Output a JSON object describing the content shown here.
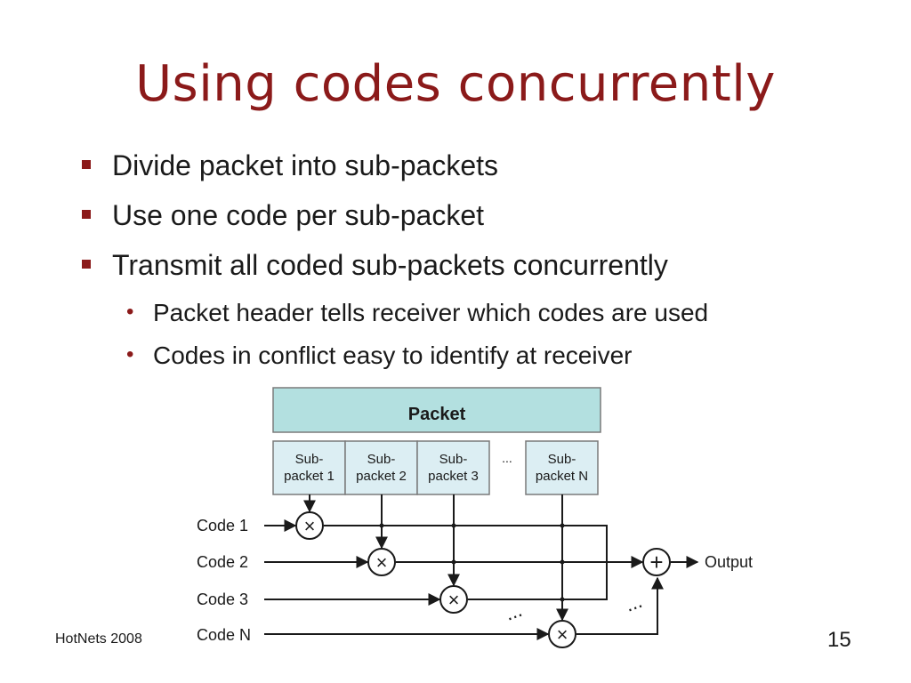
{
  "slide": {
    "title": "Using codes concurrently",
    "bullets": [
      "Divide packet into sub-packets",
      "Use one code per sub-packet",
      "Transmit all coded sub-packets concurrently"
    ],
    "sub_bullets": [
      "Packet header tells receiver which codes are used",
      "Codes in conflict easy to identify at receiver"
    ],
    "footer": "HotNets 2008",
    "page_number": "15"
  },
  "diagram": {
    "packet_label": "Packet",
    "subpackets": [
      {
        "line1": "Sub-",
        "line2": "packet 1"
      },
      {
        "line1": "Sub-",
        "line2": "packet 2"
      },
      {
        "line1": "Sub-",
        "line2": "packet 3"
      },
      {
        "line1": "Sub-",
        "line2": "packet N"
      }
    ],
    "subpacket_ellipsis": "...",
    "codes": [
      "Code 1",
      "Code 2",
      "Code 3",
      "Code N"
    ],
    "multiply_symbol": "×",
    "add_symbol": "+",
    "output_label": "Output",
    "ellipsis": "...",
    "colors": {
      "title": "#8b1a1a",
      "packet_fill": "#b3e0e0",
      "subpacket_fill": "#dceef3",
      "box_stroke": "#7a7a7a",
      "line": "#1a1a1a"
    }
  }
}
